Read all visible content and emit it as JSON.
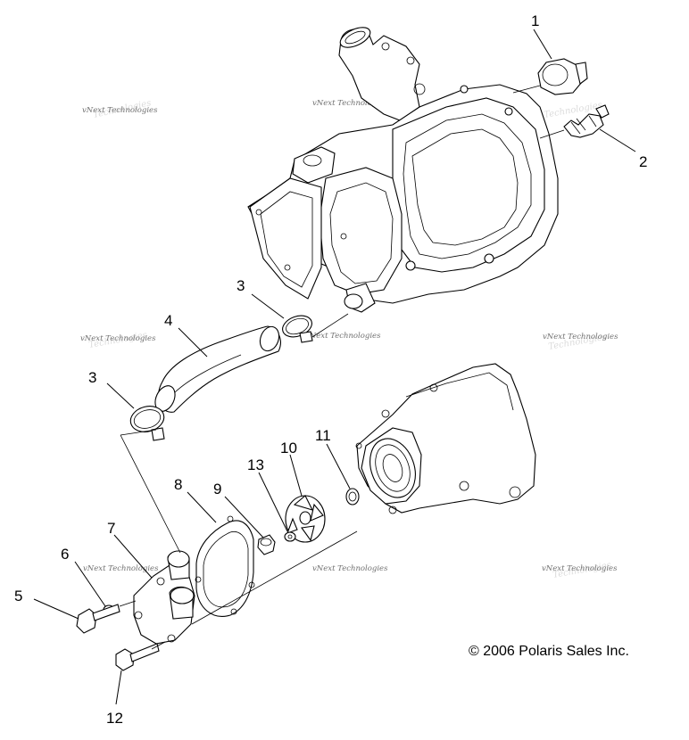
{
  "callouts": {
    "c1": "1",
    "c2": "2",
    "c3a": "3",
    "c3b": "3",
    "c4": "4",
    "c5": "5",
    "c6": "6",
    "c7": "7",
    "c8": "8",
    "c9": "9",
    "c10": "10",
    "c11": "11",
    "c12": "12",
    "c13": "13"
  },
  "watermark": "vNext Technologies",
  "copyright": "© 2006 Polaris Sales Inc."
}
